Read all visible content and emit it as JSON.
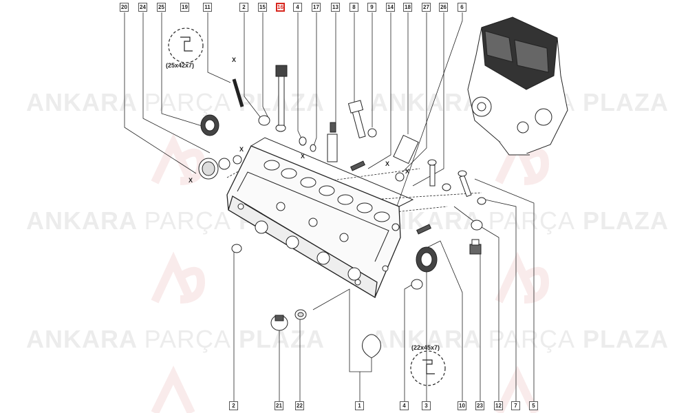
{
  "callouts_top": [
    "20",
    "24",
    "25",
    "19",
    "11",
    "2",
    "15",
    "16",
    "4",
    "17",
    "13",
    "8",
    "9",
    "14",
    "18",
    "27",
    "26",
    "6"
  ],
  "callouts_bottom": [
    "2",
    "21",
    "22",
    "1",
    "4",
    "3",
    "10",
    "23",
    "12",
    "7",
    "5"
  ],
  "highlighted_callout": "16",
  "seal_labels": {
    "top": "(25x42x7)",
    "bottom": "(22x45x7)"
  },
  "x_marks": [
    "X",
    "X",
    "X",
    "X",
    "X",
    "X"
  ],
  "watermark": {
    "brand_bold_1": "ANKARA",
    "brand_thin": "PARÇA",
    "brand_bold_2": "PLAZA"
  },
  "colors": {
    "line": "#222222",
    "highlight": "#d7261e",
    "watermark": "#9a9a9a"
  }
}
